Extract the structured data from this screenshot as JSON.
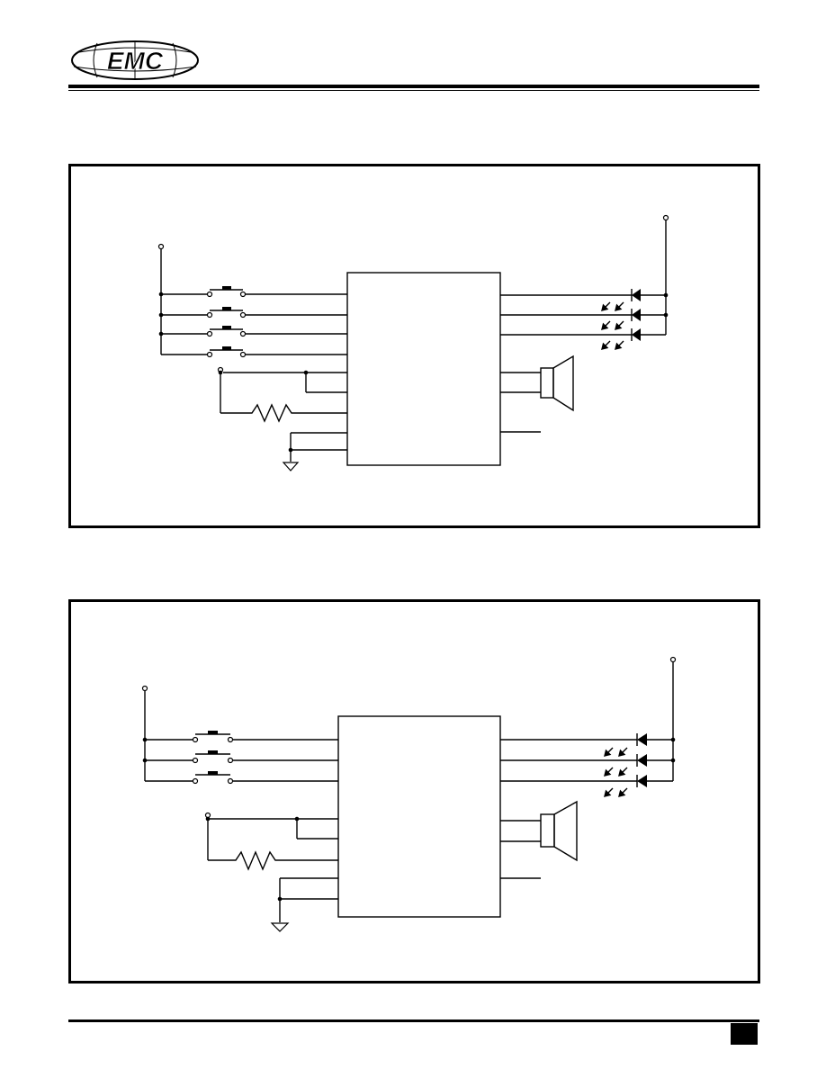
{
  "header": {
    "logo_text": "EMC"
  },
  "footer": {
    "page_number": ""
  },
  "diagrams": [
    {
      "id": "circuit-4-key",
      "keys": 4,
      "leds": 3
    },
    {
      "id": "circuit-3-key",
      "keys": 3,
      "leds": 3
    }
  ]
}
